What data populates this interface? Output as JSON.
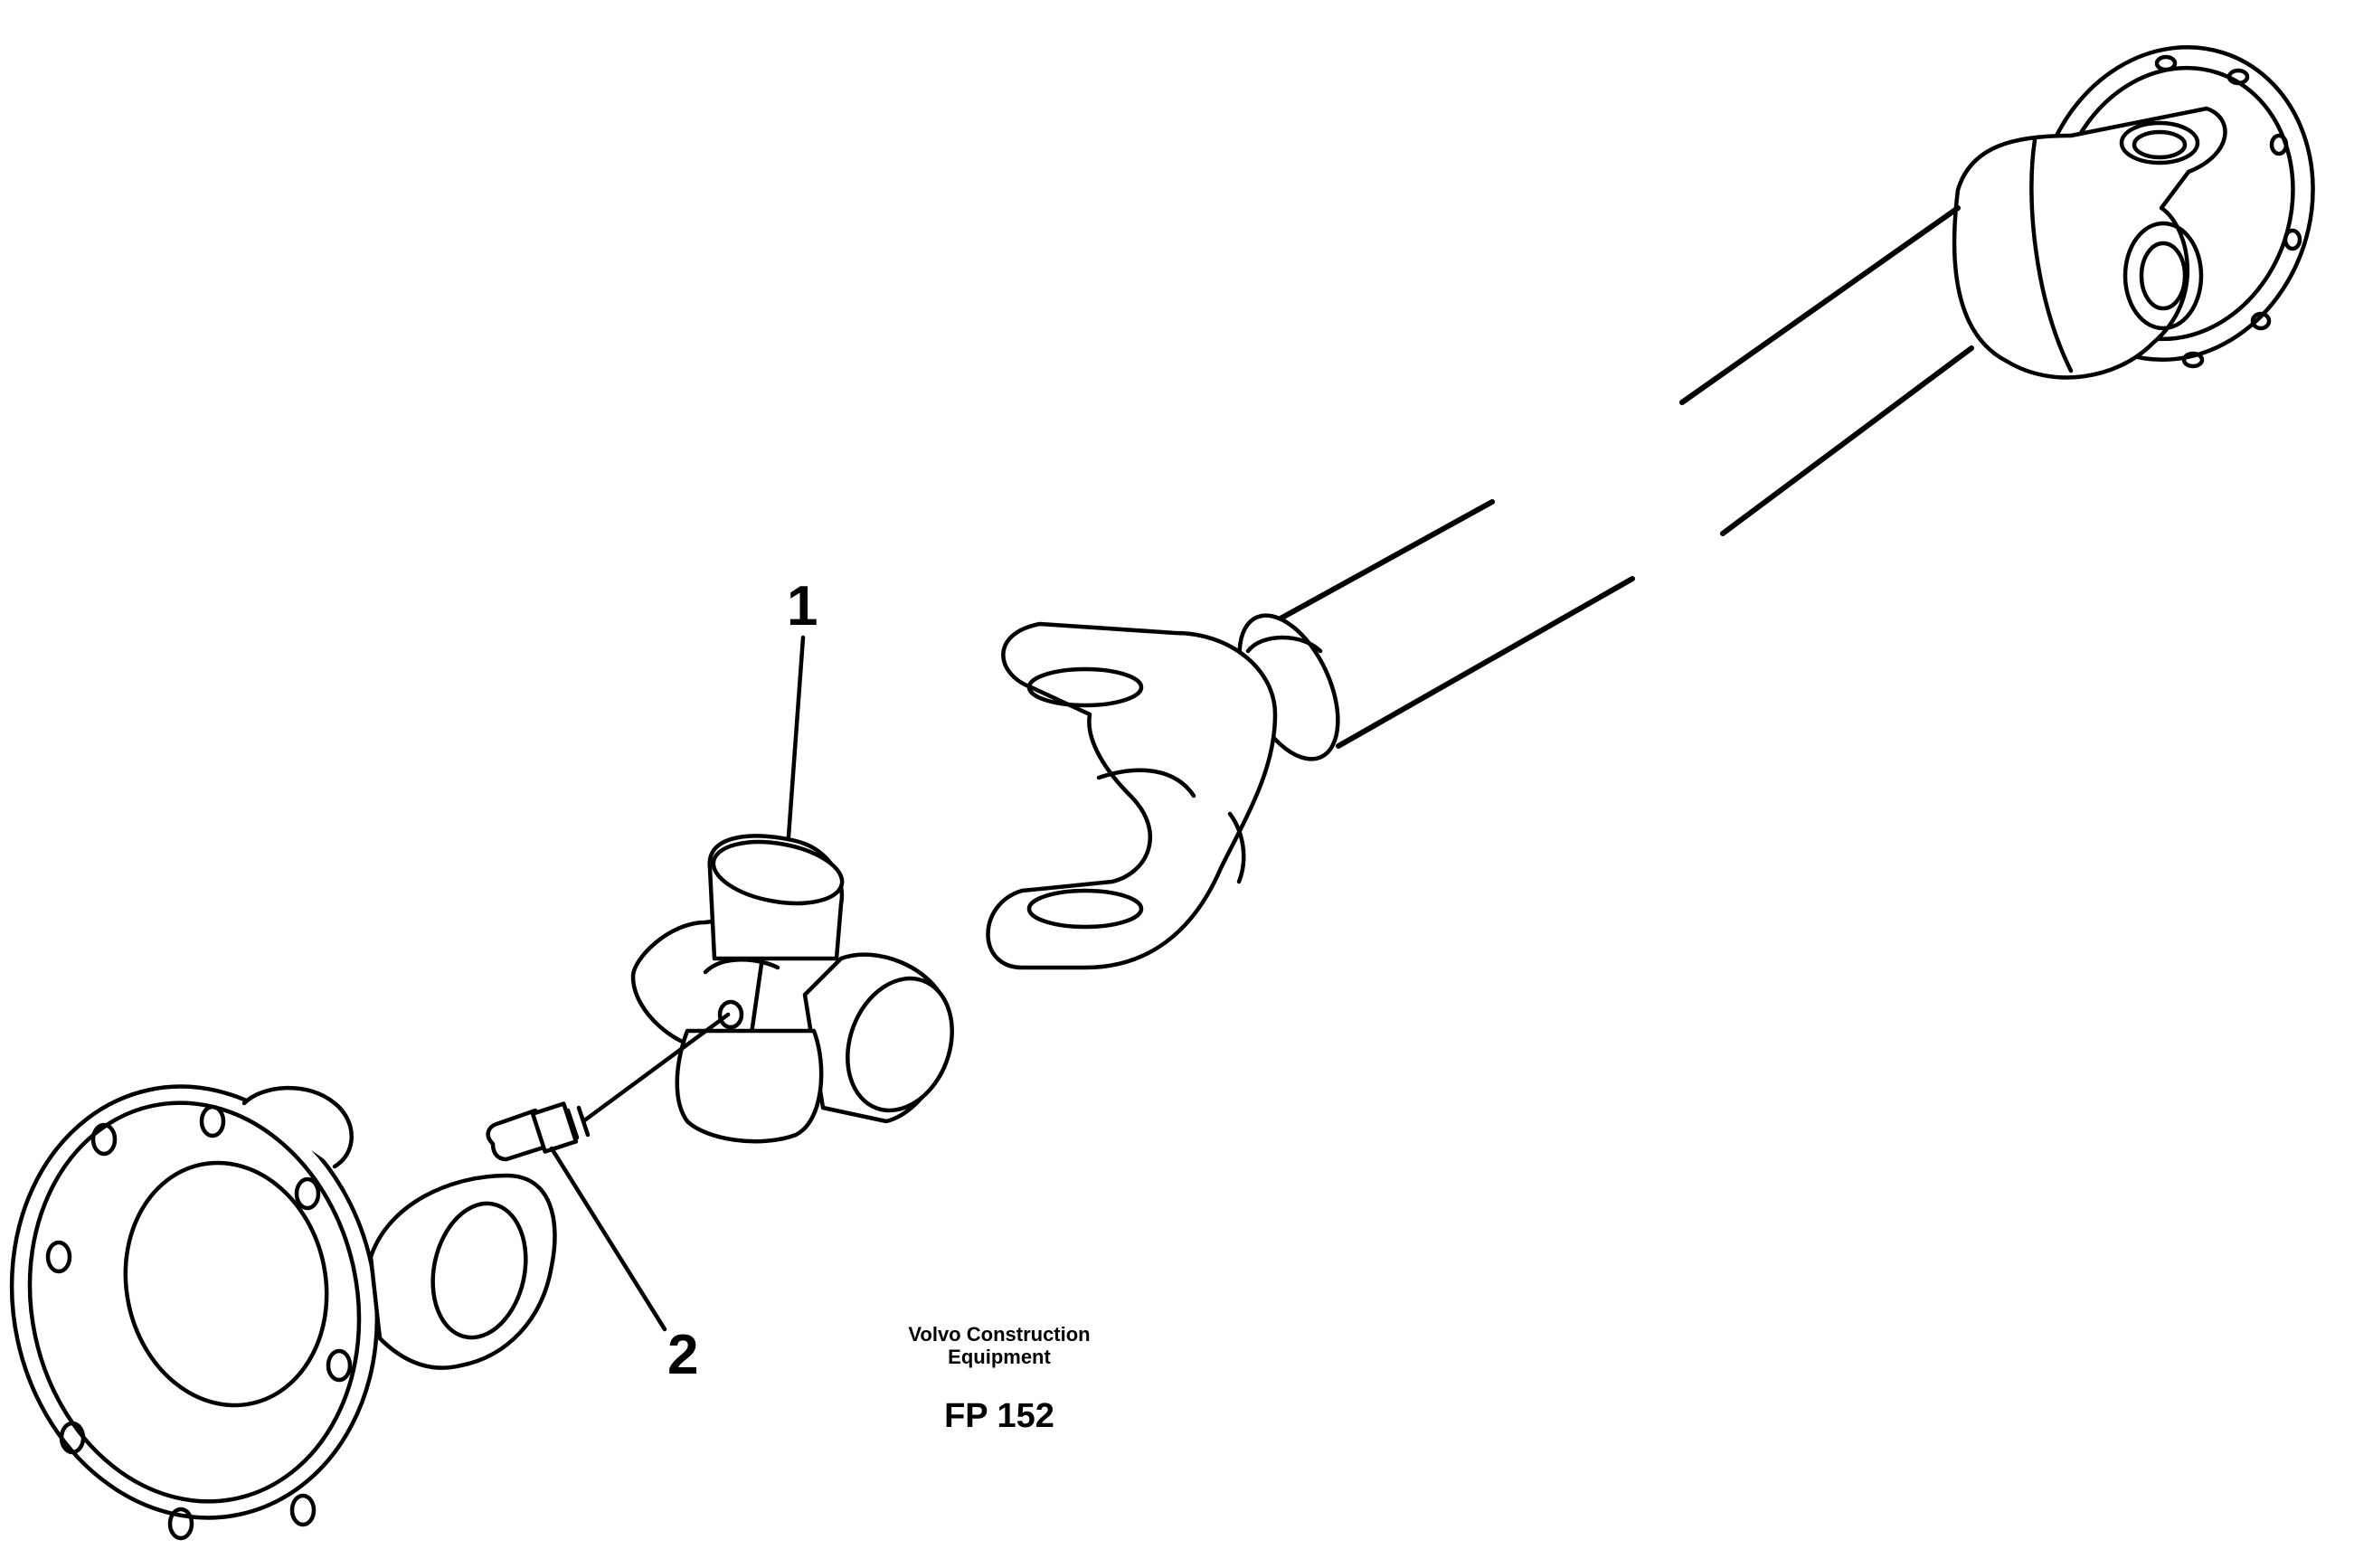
{
  "callouts": [
    {
      "id": "1",
      "label": "1"
    },
    {
      "id": "2",
      "label": "2"
    }
  ],
  "caption": {
    "company_line1": "Volvo Construction",
    "company_line2": "Equipment",
    "figure_code": "FP 152"
  }
}
